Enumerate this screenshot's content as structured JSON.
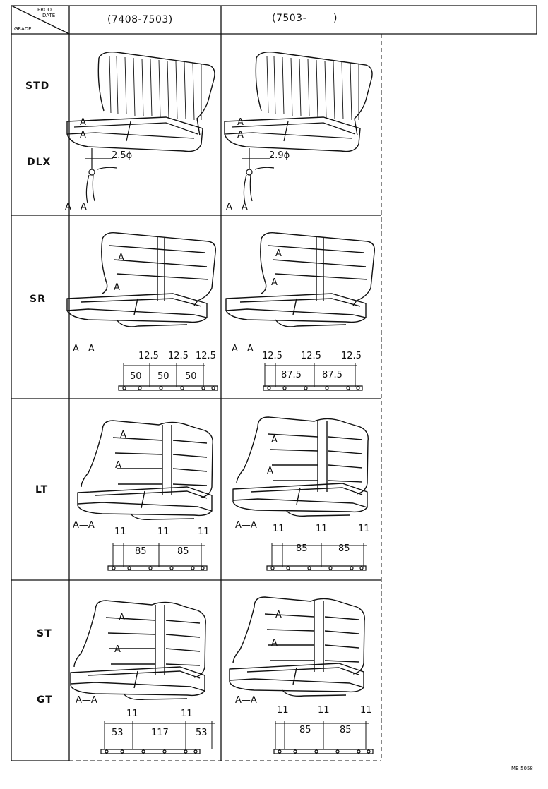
{
  "header": {
    "corner_top": "PROD",
    "corner_mid": "DATE",
    "corner_bottom": "GRADE",
    "col1": "(7408-7503)",
    "col2": "(7503-",
    "col2_end": ")"
  },
  "rows": [
    {
      "grades": [
        "STD",
        "DLX"
      ],
      "col1": {
        "section": "A—A",
        "markers": [
          "A",
          "A"
        ],
        "dims": [
          "2.5ϕ"
        ]
      },
      "col2": {
        "section": "A—A",
        "markers": [
          "A",
          "A"
        ],
        "dims": [
          "2.9ϕ"
        ]
      }
    },
    {
      "grades": [
        "SR"
      ],
      "col1": {
        "section": "A—A",
        "markers": [
          "A",
          "A"
        ],
        "top_dims": [
          "12.5",
          "12.5",
          "12.5"
        ],
        "bottom_dims": [
          "50",
          "50",
          "50"
        ]
      },
      "col2": {
        "section": "A—A",
        "markers": [
          "A",
          "A"
        ],
        "top_dims": [
          "12.5",
          "12.5",
          "12.5"
        ],
        "bottom_dims": [
          "87.5",
          "87.5"
        ]
      }
    },
    {
      "grades": [
        "LT"
      ],
      "col1": {
        "section": "A—A",
        "markers": [
          "A",
          "A"
        ],
        "top_dims": [
          "11",
          "11",
          "11"
        ],
        "bottom_dims": [
          "85",
          "85"
        ]
      },
      "col2": {
        "section": "A—A",
        "markers": [
          "A",
          "A"
        ],
        "top_dims": [
          "11",
          "11",
          "11"
        ],
        "bottom_dims": [
          "85",
          "85"
        ]
      }
    },
    {
      "grades": [
        "ST",
        "GT"
      ],
      "col1": {
        "section": "A—A",
        "markers": [
          "A",
          "A"
        ],
        "top_dims": [
          "11",
          "11"
        ],
        "bottom_dims": [
          "53",
          "117",
          "53"
        ]
      },
      "col2": {
        "section": "A—A",
        "markers": [
          "A",
          "A"
        ],
        "top_dims": [
          "11",
          "11",
          "11"
        ],
        "bottom_dims": [
          "85",
          "85"
        ]
      }
    }
  ],
  "page_number": "MB 5058"
}
